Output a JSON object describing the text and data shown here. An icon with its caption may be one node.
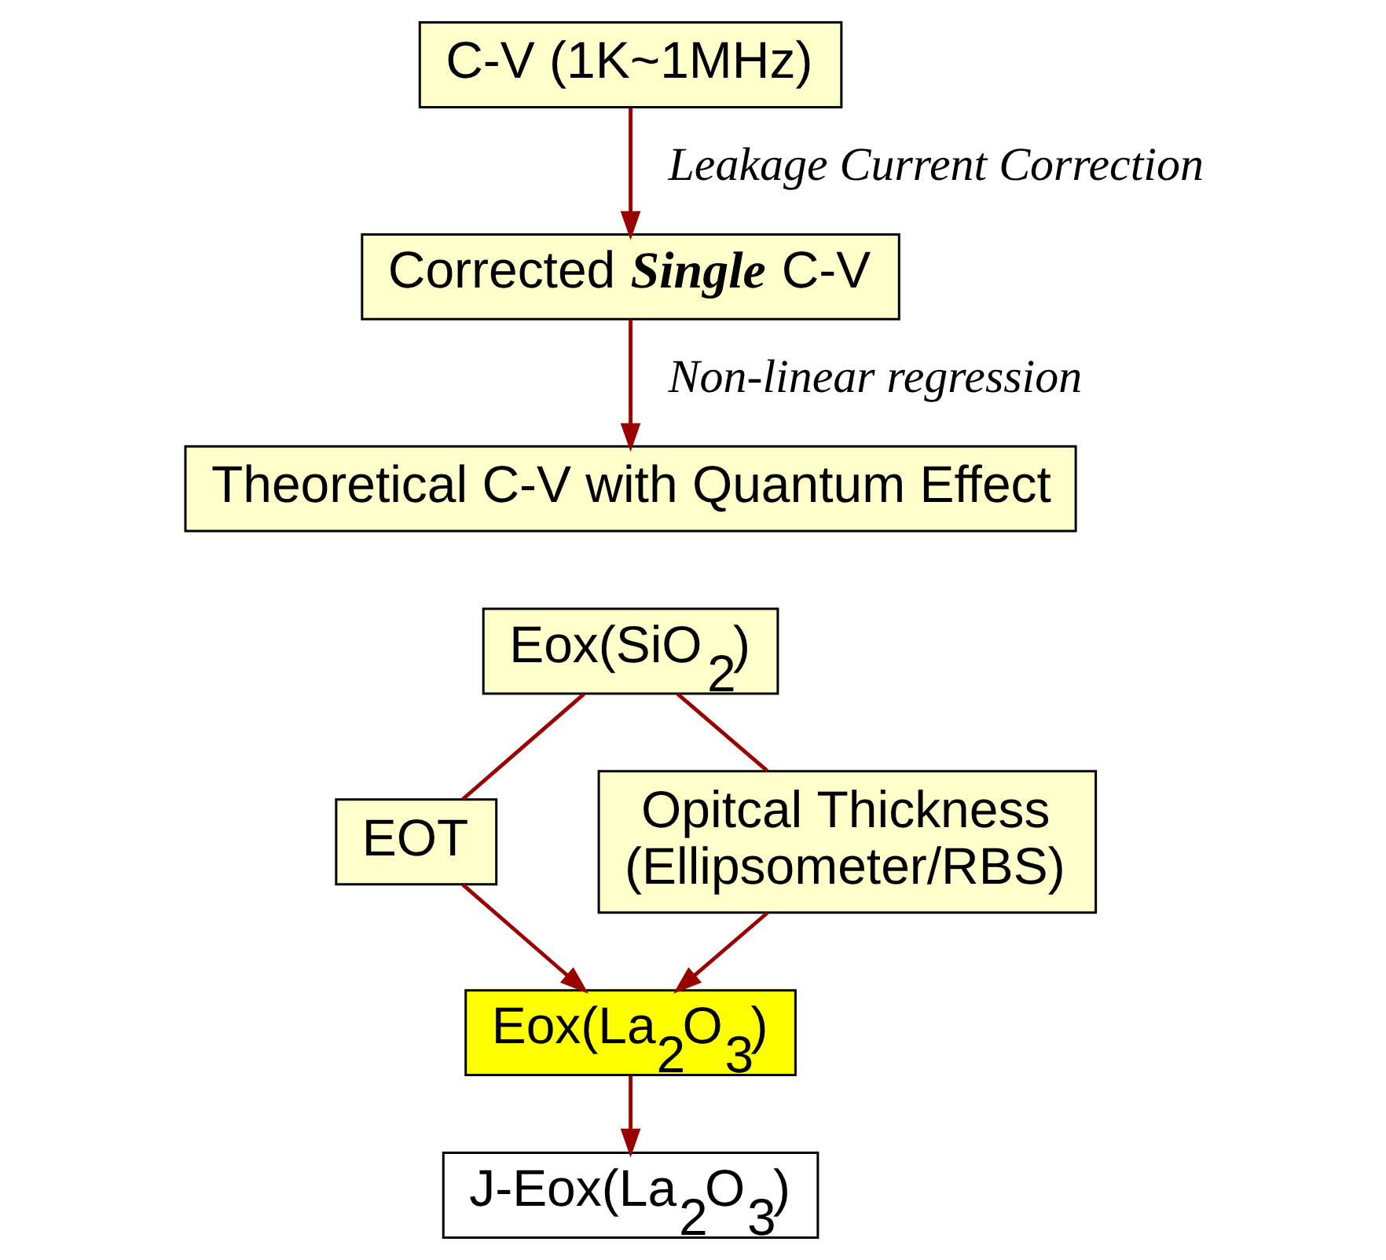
{
  "diagram": {
    "nodes": [
      {
        "text": [
          "C-V (1K~1MHz)"
        ]
      },
      {
        "text": [
          "Corrected **Single** C-V"
        ]
      },
      {
        "text": [
          "Theoretical C-V with Quantum Effect"
        ]
      },
      {
        "text": [
          "Eox(SiO$_{2}$)"
        ]
      },
      {
        "text": [
          "EOT"
        ]
      },
      {
        "text": [
          "Opitcal Thickness (Ellipsometer/RBS)"
        ]
      },
      {
        "text": [
          "Eox(La$_{2}$O$_{3}$)"
        ]
      },
      {
        "text": [
          "J-Eox(La$_{2}$O$_{3}$)"
        ]
      }
    ],
    "edges": [
      {
        "from": 0,
        "to": 1,
        "arrow": "to",
        "label": "Leakage Current Correction"
      },
      {
        "from": 1,
        "to": 2,
        "arrow": "to",
        "label": "Non-linear regression"
      },
      {
        "from": 3,
        "to": 4,
        "arrow": "none"
      },
      {
        "from": 3,
        "to": 5,
        "arrow": "none"
      },
      {
        "from": 4,
        "to": 6,
        "arrow": "to"
      },
      {
        "from": 5,
        "to": 6,
        "arrow": "to"
      },
      {
        "from": 6,
        "to": 7,
        "arrow": "to"
      }
    ]
  }
}
